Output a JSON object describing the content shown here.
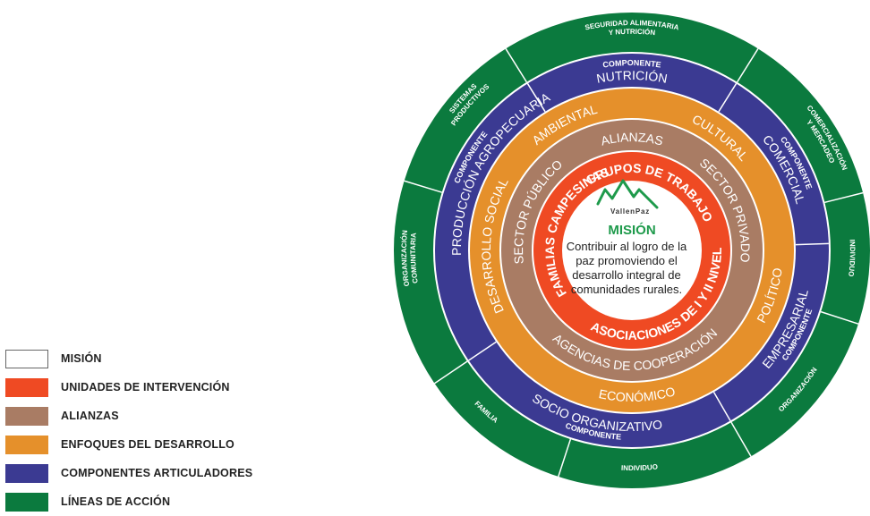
{
  "colors": {
    "mision": "#ffffff",
    "unidades": "#ef4a23",
    "alianzas": "#a97c64",
    "enfoques": "#e5902b",
    "componentes": "#3b3a92",
    "lineas": "#0b7a3e",
    "logo_green": "#1e9a4b"
  },
  "legend": [
    {
      "label": "MISIÓN",
      "color": "#ffffff"
    },
    {
      "label": "UNIDADES DE INTERVENCIÓN",
      "color": "#ef4a23"
    },
    {
      "label": "ALIANZAS",
      "color": "#a97c64"
    },
    {
      "label": "ENFOQUES DEL DESARROLLO",
      "color": "#e5902b"
    },
    {
      "label": "COMPONENTES ARTICULADORES",
      "color": "#3b3a92"
    },
    {
      "label": "LÍNEAS DE ACCIÓN",
      "color": "#0b7a3e"
    }
  ],
  "center": {
    "logo_text": "VallenPaz",
    "title": "MISIÓN",
    "text": "Contribuir  al logro de la paz promoviendo el desarrollo integral de comunidades rurales."
  },
  "unidades": [
    "GRUPOS DE TRABAJO",
    "ASOCIACIONES DE I Y II NIVEL",
    "FAMILIAS CAMPESINAS"
  ],
  "alianzas": [
    "ALIANZAS",
    "SECTOR PRIVADO",
    "AGENCIAS DE COOPERACIÓN",
    "SECTOR PÚBLICO"
  ],
  "enfoques": [
    "AMBIENTAL",
    "CULTURAL",
    "POLÍTICO",
    "ECONÓMICO",
    "DESARROLLO SOCIAL"
  ],
  "componentes": [
    {
      "small": "COMPONENTE",
      "big": "NUTRICIÓN"
    },
    {
      "small": "COMPONENTE",
      "big": "COMERCIAL"
    },
    {
      "small": "COMPONENTE",
      "big": "EMPRESARIAL"
    },
    {
      "small": "COMPONENTE",
      "big": "SOCIO ORGANIZATIVO"
    },
    {
      "small": "COMPONENTE",
      "big": "PRODUCCIÓN AGROPECUARIA"
    }
  ],
  "lineas": [
    [
      "SEGURIDAD ALIMENTARIA",
      "Y NUTRICIÓN"
    ],
    [
      "COMERCIALIZACIÓN",
      "Y MERCADEO"
    ],
    [
      "INDIVIDUO"
    ],
    [
      "ORGANIZACIÓN"
    ],
    [
      "INDIVIDUO"
    ],
    [
      "FAMILIA"
    ],
    [
      "ORGANIZACIÓN",
      "COMUNITARIA"
    ],
    [
      "SISTEMAS",
      "PRODUCTIVOS"
    ]
  ]
}
